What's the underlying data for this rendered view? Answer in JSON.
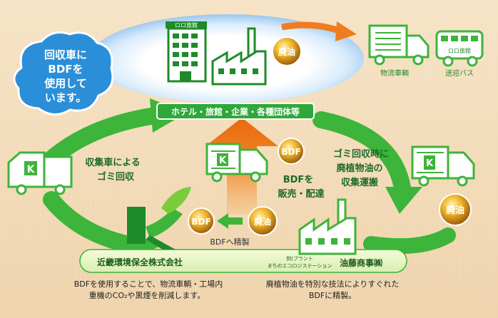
{
  "callout": {
    "lines": [
      "回収車に",
      "BDFを",
      "使用して",
      "います。"
    ],
    "color": "#2a8fd8"
  },
  "hub": {
    "banner": "ホテル・旅館・企業・各種団体等",
    "building_sign": "ロロ旅館",
    "waste_oil_badge": "廃油"
  },
  "vehicles": {
    "logistics": "物流車輌",
    "shuttle": "送迎バス",
    "bus_sign": "ロロ旅館"
  },
  "left_truck_caption": [
    "収集車による",
    "ゴミ回収"
  ],
  "center": {
    "bdf_badge": "BDF",
    "caption": [
      "BDFを",
      "販売・配達"
    ]
  },
  "right": {
    "caption": [
      "ゴミ回収時に",
      "廃植物油の",
      "収集運搬"
    ],
    "waste_oil_badge": "廃油"
  },
  "refine": {
    "bdf_badge": "BDF",
    "waste_oil_badge": "廃油",
    "label": "BDFへ精製"
  },
  "company_left": {
    "name": "近畿環境保全株式会社",
    "desc": [
      "BDFを使用することで、物流車輌・工場内",
      "重機のCO₂や黒煙を削減します。"
    ]
  },
  "company_right": {
    "small": [
      "例)プラント",
      "まちのエコロジステーション"
    ],
    "name": "油藤商事㈱",
    "desc": [
      "廃植物油を特別な技法によりすぐれた",
      "BDFに精製。"
    ]
  },
  "colors": {
    "green": "#3db43a",
    "dark_green": "#1e8a2a",
    "orange": "#f07c1e",
    "badge_gold": "#e8a01e",
    "banner_green": "#2ea83a"
  }
}
